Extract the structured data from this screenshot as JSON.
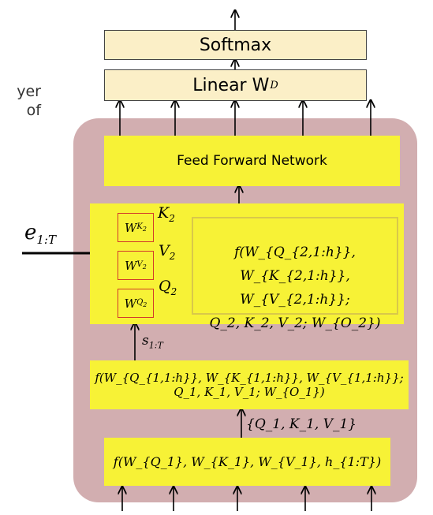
{
  "side_text": {
    "line1": "yer",
    "line2": "of"
  },
  "softmax_label": "Softmax",
  "linear_label": "Linear W",
  "linear_sub": "D",
  "ffn_label": "Feed Forward Network",
  "input_label": "e",
  "input_sub": "1:T",
  "weights": [
    {
      "base": "W",
      "sub": "K",
      "subsub": "2",
      "out": "K",
      "out_sub": "2"
    },
    {
      "base": "W",
      "sub": "V",
      "subsub": "2",
      "out": "V",
      "out_sub": "2"
    },
    {
      "base": "W",
      "sub": "Q",
      "subsub": "2",
      "out": "Q",
      "out_sub": "2"
    }
  ],
  "attn2_line1": "f(W_{Q_{2,1:h}}, W_{K_{2,1:h}}, W_{V_{2,1:h}};",
  "attn2_line2": "Q_2, K_2, V_2; W_{O_2})",
  "s_label": "s",
  "s_sub": "1:T",
  "attn1_label": "f(W_{Q_{1,1:h}}, W_{K_{1,1:h}}, W_{V_{1,1:h}}; Q_1, K_1, V_1; W_{O_1})",
  "qkv_label": "{Q_1, K_1, V_1}",
  "proj_label": "f(W_{Q_1}, W_{K_1}, W_{V_1}, h_{1:T})"
}
